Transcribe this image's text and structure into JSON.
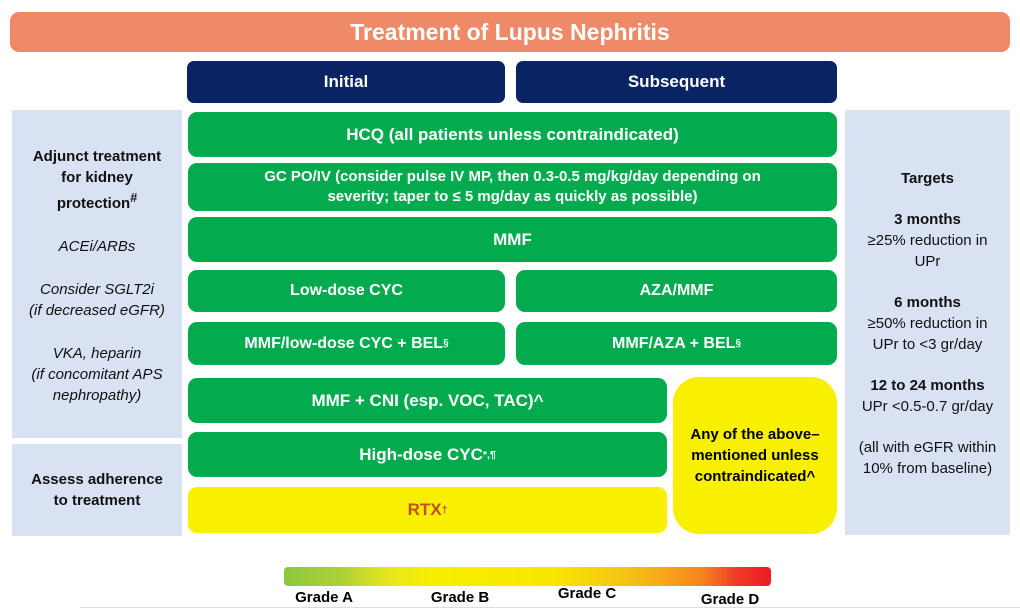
{
  "title": "Treatment of Lupus Nephritis",
  "column_headers": {
    "initial": "Initial",
    "subsequent": "Subsequent"
  },
  "left_panel": {
    "adjunct": {
      "heading": "Adjunct treatment\nfor kidney\nprotection",
      "heading_sup": "#",
      "item1": "ACEi/ARBs",
      "item2": "Consider SGLT2i\n(if decreased eGFR)",
      "item3": "VKA, heparin\n(if concomitant APS\nnephropathy)"
    },
    "adherence": "Assess adherence\nto treatment"
  },
  "treatments": {
    "hcq": "HCQ (all patients unless contraindicated)",
    "gc": "GC PO/IV (consider pulse IV MP, then 0.3-0.5 mg/kg/day depending on\nseverity; taper to ≤ 5 mg/day as quickly as possible)",
    "mmf": "MMF",
    "low_dose_cyc": "Low-dose CYC",
    "aza_mmf": "AZA/MMF",
    "mmf_low_cyc_bel": "MMF/low-dose CYC + BEL",
    "mmf_low_cyc_bel_sup": "§",
    "mmf_aza_bel": "MMF/AZA + BEL",
    "mmf_aza_bel_sup": "§",
    "mmf_cni": "MMF + CNI (esp. VOC, TAC)^",
    "high_dose_cyc": "High-dose CYC ",
    "high_dose_cyc_sup": "*,¶",
    "rtx": "RTX ",
    "rtx_sup": "†",
    "any_above": "Any of the above–\nmentioned unless\ncontraindicated^"
  },
  "targets_panel": {
    "heading": "Targets",
    "t3_label": "3 months",
    "t3_value": "≥25% reduction in\nUPr",
    "t6_label": "6 months",
    "t6_value": "≥50% reduction in\nUPr to <3 gr/day",
    "t12_label": "12 to 24 months",
    "t12_value": "UPr <0.5-0.7 gr/day",
    "note": "(all with eGFR within\n10% from baseline)"
  },
  "legend": {
    "grades": [
      "Grade A",
      "Grade B",
      "Grade C",
      "Grade D"
    ],
    "gradient_start_color": "#8DC63F",
    "gradient_mid_color": "#F7EF00",
    "gradient_end_color": "#EC1C24"
  },
  "colors": {
    "header_bar": "#EF8A68",
    "column_header": "#0A2463",
    "treatment_green": "#04AB4E",
    "treatment_yellow": "#F8F000",
    "side_panel": "#D9E2F3",
    "rtx_text": "#C04E28"
  }
}
